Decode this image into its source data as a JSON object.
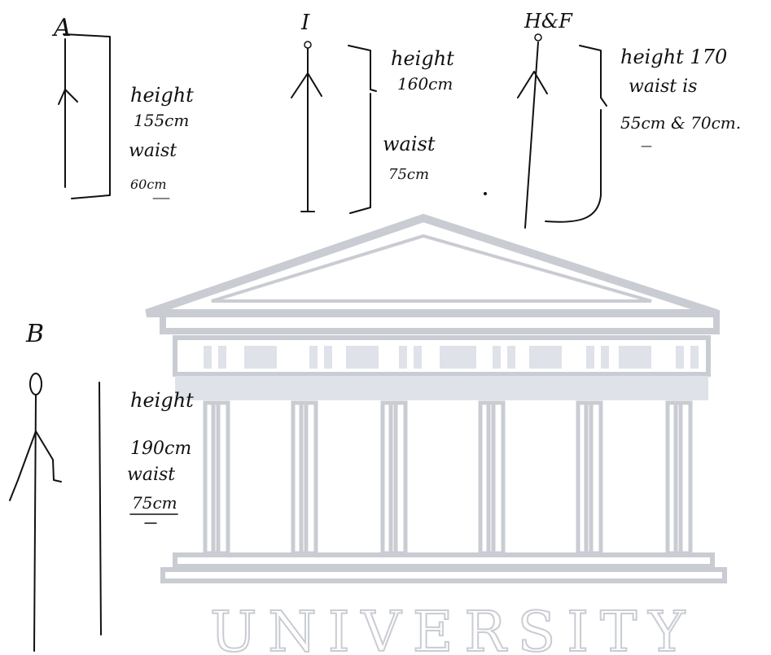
{
  "figures": [
    {
      "label": "A",
      "lines": [
        "height",
        "155cm",
        "waist",
        "60cm"
      ]
    },
    {
      "label": "I",
      "lines": [
        "height",
        "160cm",
        "waist",
        "75cm"
      ]
    },
    {
      "label": "H&F",
      "lines": [
        "height 170",
        "waist is",
        "55cm & 70cm."
      ]
    },
    {
      "label": "B",
      "lines": [
        "height",
        "190cm",
        "waist",
        "75cm"
      ]
    }
  ],
  "watermark": {
    "text": "UNIVERSITY",
    "icon": "classical-building-icon",
    "color": "#c9ccd2"
  },
  "colors": {
    "ink": "#111111",
    "watermark": "#c9ccd2",
    "background": "#ffffff"
  }
}
